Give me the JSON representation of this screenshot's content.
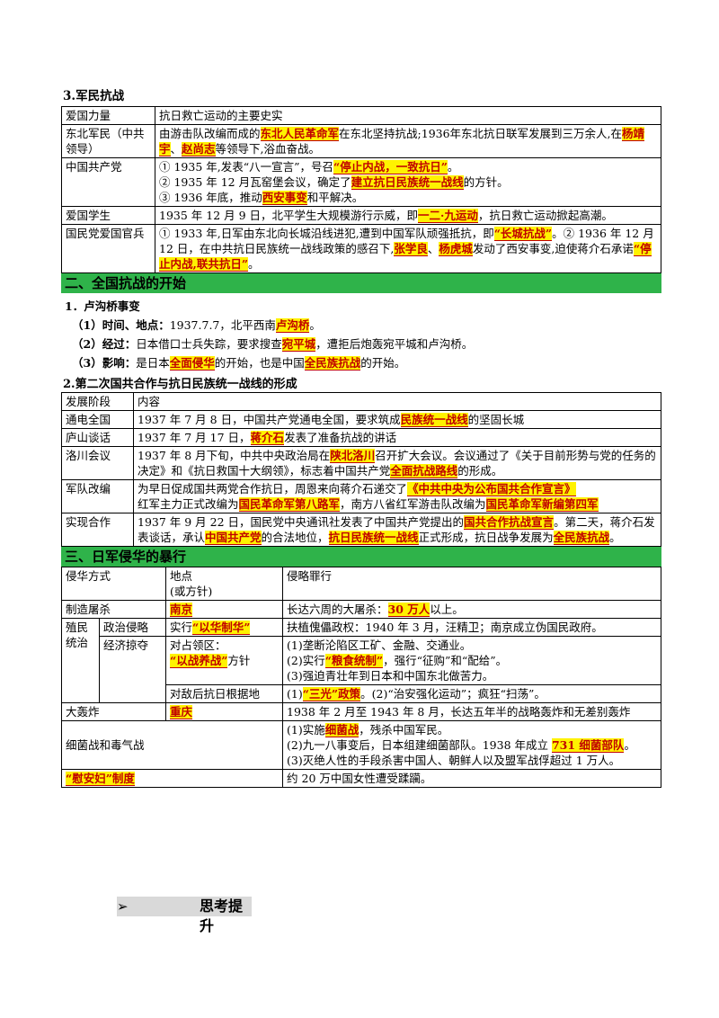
{
  "s3": {
    "title": "3.军民抗战",
    "h1": "爱国力量",
    "h2": "抗日救亡运动的主要史实",
    "r1": {
      "force": "东北军民（中共领导）",
      "a": "由游击队改编而成的",
      "b": "东北人民革命军",
      "c": "在东北坚持抗战;1936年东北抗日联军发展到三万余人,在",
      "d": "杨靖宇",
      "e": "、",
      "f": "赵尚志",
      "g": "等领导下,浴血奋战。"
    },
    "r2": {
      "force": "中国共产党",
      "l1a": "① 1935 年,发表“八一宣言”，号召",
      "l1b": "“停止内战，一致抗日”",
      "l1c": "。",
      "l2a": "② 1935 年 12 月瓦窑堡会议，确定了",
      "l2b": "建立抗日民族统一战线",
      "l2c": "的方针。",
      "l3a": "③ 1936 年底，推动",
      "l3b": "西安事变",
      "l3c": "和平解决。"
    },
    "r3": {
      "force": "爱国学生",
      "a": "1935 年 12 月 9 日，北平学生大规模游行示威，即",
      "b": "一二·九运动",
      "c": "，抗日救亡运动掀起高潮。"
    },
    "r4": {
      "force": "国民党爱国官兵",
      "a": "① 1933 年,日军由东北向长城沿线进犯,遭到中国军队顽强抵抗，即",
      "b": "“长城抗战”",
      "c": "。② 1936 年 12 月 12 日，在中共抗日民族统一战线政策的感召下,",
      "d": "张学良",
      "e": "、",
      "f": "杨虎城",
      "g": "发动了西安事变,迫使蒋介石承诺",
      "h": "“停止内战,联共抗日”",
      "i": "。"
    }
  },
  "sec2": {
    "title": "二、全国抗战的开始",
    "sub1": "1．卢沟桥事变",
    "l1k": "（1）时间、地点：",
    "l1a": "1937.7.7，北平西南",
    "l1b": "卢沟桥",
    "l1c": "。",
    "l2k": "（2）经过：",
    "l2a": "日本借口士兵失踪，要求搜查",
    "l2b": "宛平城",
    "l2c": "，遭拒后炮轰宛平城和卢沟桥。",
    "l3k": "（3）影响：",
    "l3a": "是日本",
    "l3b": "全面侵华",
    "l3c": "的开始，也是中国",
    "l3d": "全民族抗战",
    "l3e": "的开始。",
    "sub2": "2.第二次国共合作与抗日民族统一战线的形成",
    "h1": "发展阶段",
    "h2": "内容",
    "t1": {
      "stage": "通电全国",
      "a": "1937 年 7 月 8 日，中国共产党通电全国，要求筑成",
      "b": "民族统一战线",
      "c": "的坚固长城"
    },
    "t2": {
      "stage": "庐山谈话",
      "a": "1937 年 7 月 17 日，",
      "b": "蒋介石",
      "c": "发表了准备抗战的讲话"
    },
    "t3": {
      "stage": "洛川会议",
      "a": "1937 年 8 月下旬，中共中央政治局在",
      "b": "陕北洛川",
      "c": "召开扩大会议。会议通过了《关于目前形势与党的任务的决定》和《抗日救国十大纲领》，标志着中国共产党",
      "d": "全面抗战路线",
      "e": "的形成。"
    },
    "t4": {
      "stage": "军队改编",
      "a": "为早日促成国共两党合作抗日，周恩来向蒋介石递交了",
      "b": "《中共中央为公布国共合作宣言》",
      "c": "红军主力正式改编为",
      "d": "国民革命军第八路军",
      "e": "，南方八省红军游击队改编为",
      "f": "国民革命军新编第四军"
    },
    "t5": {
      "stage": "实现合作",
      "a": "1937 年 9 月 22 日，国民党中央通讯社发表了中国共产党提出的",
      "b": "国共合作抗战宣言",
      "c": "。第二天，蒋介石发表谈话，承认",
      "d": "中国共产党",
      "e": "的合法地位，",
      "f": "抗日民族统一战线",
      "g": "正式形成，抗日战争发展为",
      "h": "全民族抗战",
      "i": "。"
    }
  },
  "sec3": {
    "title": "三、日军侵华的暴行",
    "h1": "侵华方式",
    "h2": "地点",
    "h2b": "(或方针)",
    "h3": "侵略罪行",
    "m1": {
      "way": "制造屠杀",
      "place": "南京",
      "a": "长达六周的大屠杀：",
      "b": "30 万人",
      "c": "以上。"
    },
    "m2": {
      "way": "殖民统治",
      "sub": "政治侵略",
      "pa": "实行",
      "pb": "“以华制华”",
      "crime": "扶植傀儡政权：1940 年 3 月，汪精卫；南京成立伪国民政府。"
    },
    "m3": {
      "sub": "经济掠夺",
      "pa": "对占领区：",
      "pb": "“以战养战”",
      "pc": "方针",
      "c1": "(1)垄断沦陷区工矿、金融、交通业。",
      "c2a": "(2)实行",
      "c2b": "“粮食统制”",
      "c2c": "，强行“征购”和“配给”。",
      "c3": "(3)强迫青壮年到日本和中国东北做苦力。"
    },
    "m4": {
      "place": "对敌后抗日根据地",
      "a": "(1)",
      "b": "“三光”政策",
      "c": "。(2)“治安强化运动”；疯狂“扫荡”。"
    },
    "m5": {
      "way": "大轰炸",
      "place": "重庆",
      "crime": "1938 年 2 月至 1943 年 8 月，长达五年半的战略轰炸和无差别轰炸"
    },
    "m6": {
      "way": "细菌战和毒气战",
      "c1a": "(1)实施",
      "c1b": "细菌战",
      "c1c": "，残杀中国军民。",
      "c2a": "(2)九一八事变后，日本组建细菌部队。1938 年成立 ",
      "c2b": "731 细菌部队",
      "c2c": "。",
      "c3": "(3)灭绝人性的手段杀害中国人、朝鲜人以及盟军战俘超过 1 万人。"
    },
    "m7": {
      "way": "“慰安妇”制度",
      "crime": "约 20 万中国女性遭受蹂躏。"
    }
  },
  "think": {
    "arrow": "➢",
    "label": "思考提升"
  },
  "colors": {
    "highlight": "#fff200",
    "highlight_text": "#c00000",
    "section_bar": "#2fb34a",
    "think_bg": "#d9d9d9"
  }
}
